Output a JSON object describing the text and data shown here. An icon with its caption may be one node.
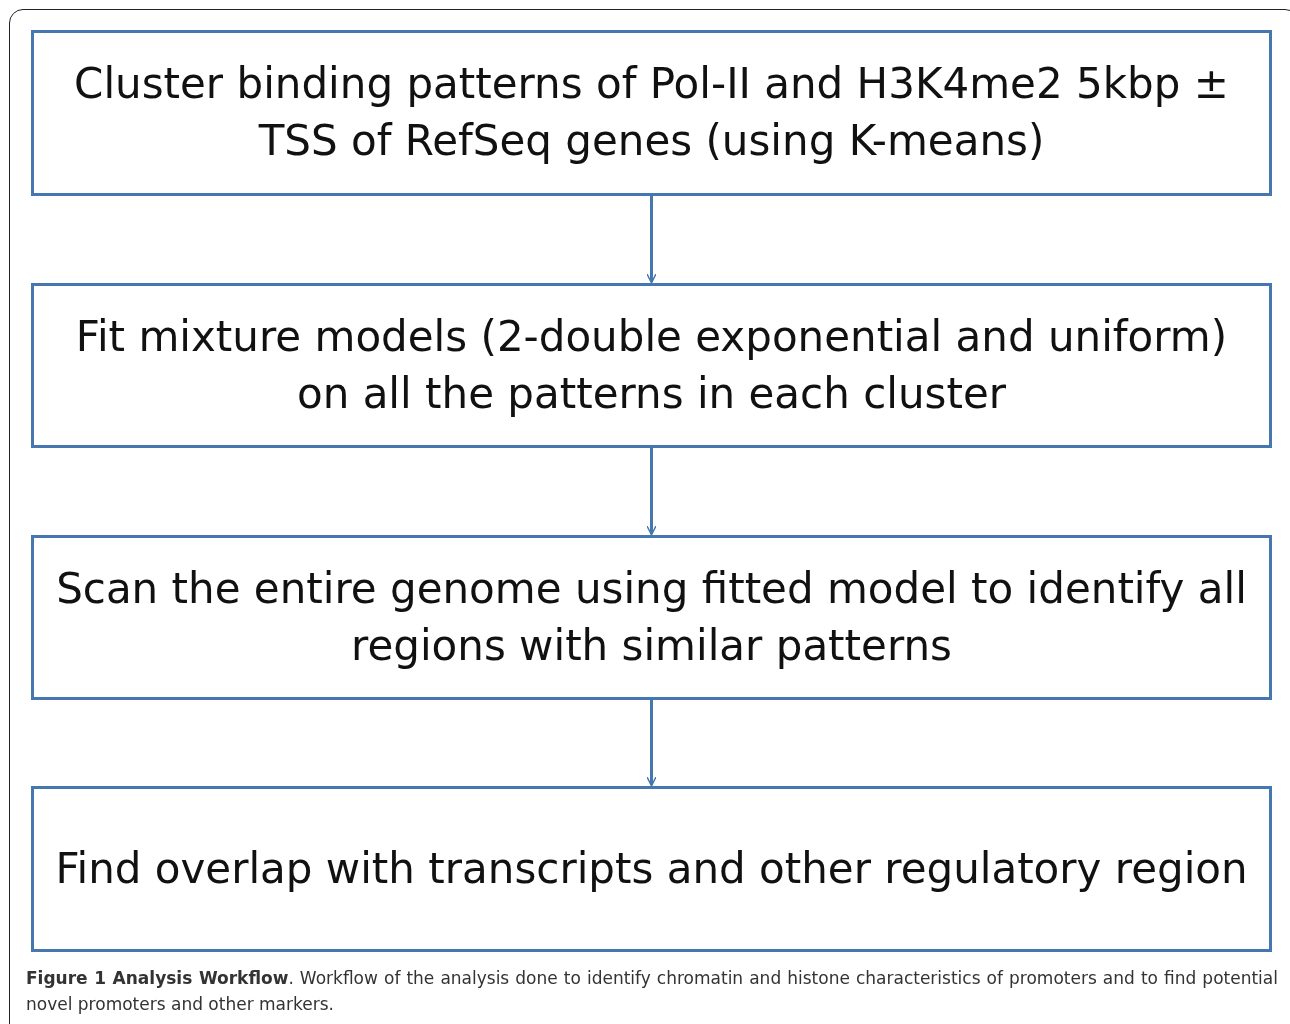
{
  "diagram": {
    "caption": "**Figure 1 Analysis Workflow**. Workflow of the analysis done to identify chromatin and histone characteristics of promoters and to find potential novel promoters and other markers.",
    "nodes": [
      {
        "text": [
          "Cluster binding patterns of Pol-II and H3K4me2 5kbp ± TSS of RefSeq genes (using K-means)"
        ]
      },
      {
        "text": [
          "Fit mixture models (2-double exponential and uniform) on all the patterns in each cluster"
        ]
      },
      {
        "text": [
          "Scan the entire genome using fitted model to identify all regions with similar patterns"
        ]
      },
      {
        "text": [
          "Find overlap with transcripts and other regulatory region"
        ]
      }
    ],
    "edges": [
      {
        "from": 0,
        "to": 1,
        "arrow": "to"
      },
      {
        "from": 1,
        "to": 2,
        "arrow": "to"
      },
      {
        "from": 2,
        "to": 3,
        "arrow": "to"
      }
    ]
  }
}
